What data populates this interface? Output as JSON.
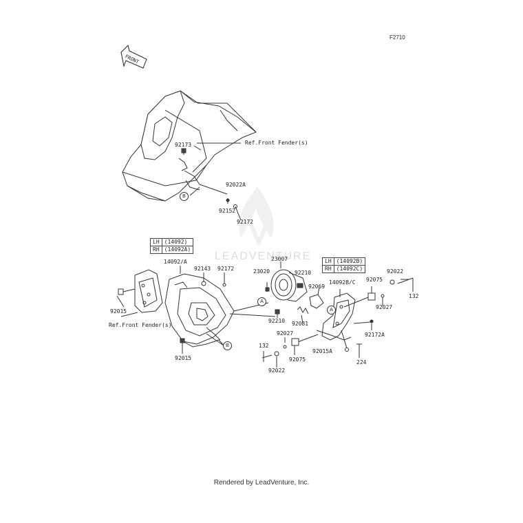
{
  "diagram_code": "F2710",
  "front_arrow_label": "FRONT",
  "ref_labels": {
    "front_fender_top": "Ref.Front Fender(s)",
    "front_fender_left": "Ref.Front Fender(s)"
  },
  "callouts": {
    "a": "A",
    "b": "B"
  },
  "tables": {
    "left": {
      "rows": [
        {
          "side": "LH",
          "part": "(14092)"
        },
        {
          "side": "RH",
          "part": "(14092A)"
        }
      ]
    },
    "right": {
      "rows": [
        {
          "side": "LH",
          "part": "(14092B)"
        },
        {
          "side": "RH",
          "part": "(14092C)"
        }
      ]
    }
  },
  "parts": {
    "p92173": "92173",
    "p92022A": "92022A",
    "p92152": "92152",
    "p92172_top": "92172",
    "p14092A": "14092/A",
    "p92143": "92143",
    "p92172_mid": "92172",
    "p92015_left": "92015",
    "p92015_bottom": "92015",
    "p23007": "23007",
    "p23020": "23020",
    "p92210_top": "92210",
    "p92069": "92069",
    "p92210_bottom": "92210",
    "p92081": "92081",
    "p14092BC": "14092B/C",
    "p92075_top": "92075",
    "p92022_top": "92022",
    "p132_right": "132",
    "p92027_right": "92027",
    "p92172A": "92172A",
    "p92027_bottom": "92027",
    "p132_left": "132",
    "p92075_bottom": "92075",
    "p92015A": "92015A",
    "p224": "224",
    "p92022_bottom": "92022"
  },
  "footer": "Rendered by LeadVenture, Inc.",
  "watermark": "LEADVENTURE"
}
